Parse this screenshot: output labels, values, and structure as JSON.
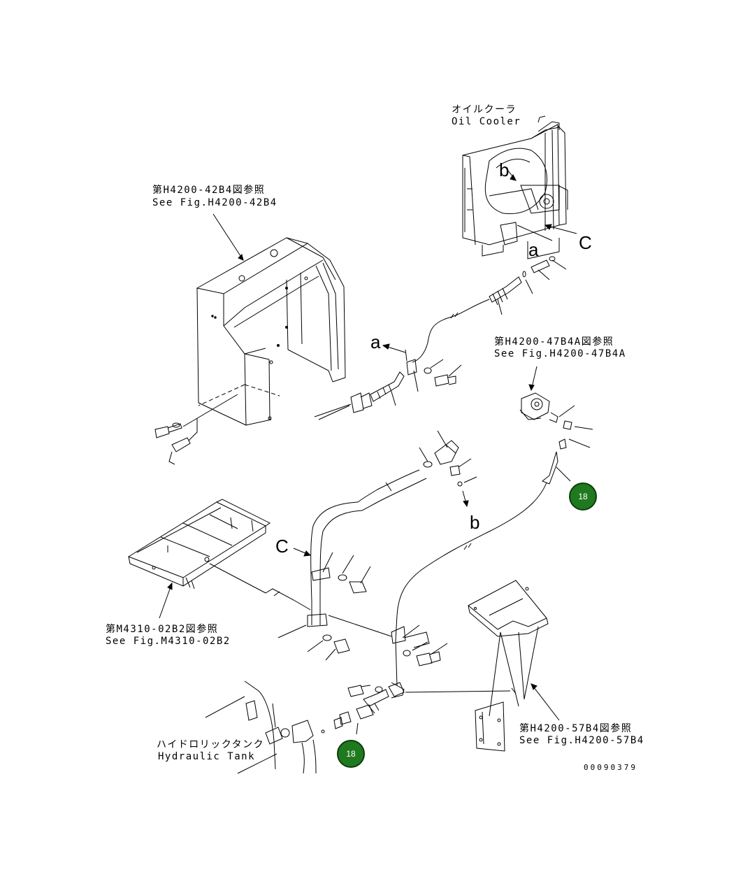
{
  "labels": {
    "oil_cooler_jp": "オイルクーラ",
    "oil_cooler_en": "Oil Cooler",
    "ref_42b4_jp": "第H4200-42B4図参照",
    "ref_42b4_en": "See Fig.H4200-42B4",
    "ref_47b4a_jp": "第H4200-47B4A図参照",
    "ref_47b4a_en": "See Fig.H4200-47B4A",
    "ref_m4310_jp": "第M4310-02B2図参照",
    "ref_m4310_en": "See Fig.M4310-02B2",
    "ref_57b4_jp": "第H4200-57B4図参照",
    "ref_57b4_en": "See Fig.H4200-57B4",
    "hydraulic_tank_jp": "ハイドロリックタンク",
    "hydraulic_tank_en": "Hydraulic Tank",
    "document_number": "00090379"
  },
  "view_letters": {
    "a_top": "a",
    "c_top": "C",
    "b_top": "b",
    "a_mid": "a",
    "b_mid": "b",
    "c_mid": "C"
  },
  "callouts": {
    "part_upper": "18",
    "part_lower": "18"
  },
  "colors": {
    "callout_fill": "#1f7a1f",
    "line": "#000000"
  }
}
